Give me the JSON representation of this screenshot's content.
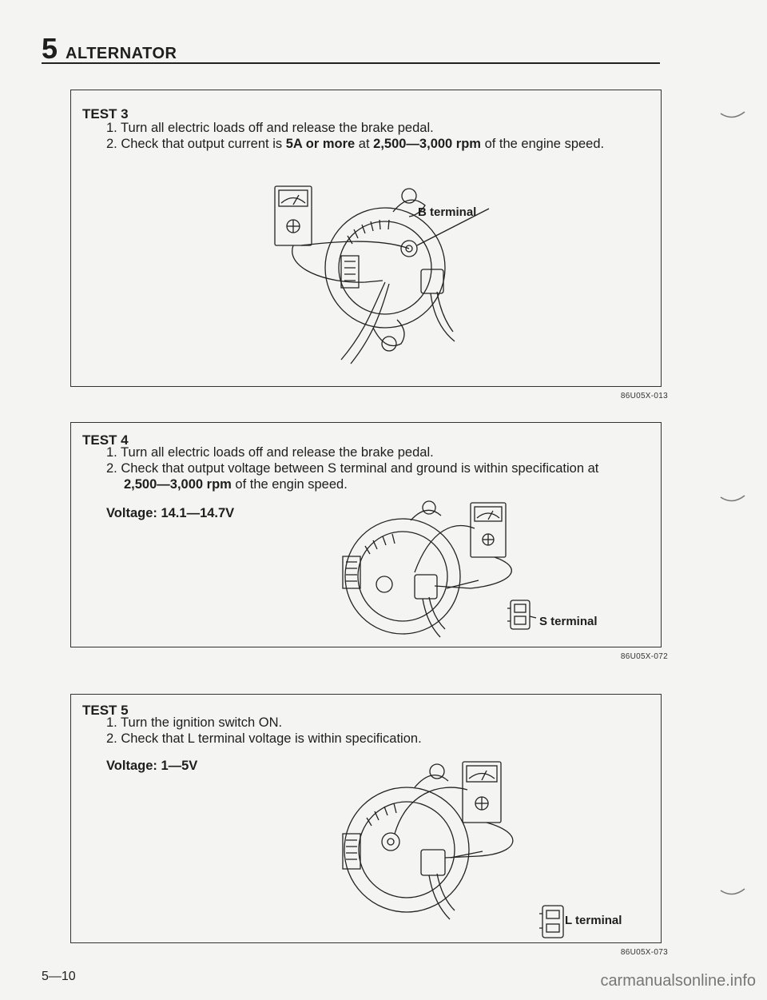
{
  "header": {
    "section_number": "5",
    "section_title": "ALTERNATOR"
  },
  "tests": [
    {
      "title": "TEST 3",
      "step1": "1. Turn all electric loads off and release the brake pedal.",
      "step2_pre": "2. Check that output current is ",
      "step2_b1": "5A or more",
      "step2_mid": " at ",
      "step2_b2": "2,500—3,000 rpm",
      "step2_post": " of the engine speed.",
      "terminal_label": "B terminal",
      "figure_code": "86U05X-013"
    },
    {
      "title": "TEST 4",
      "step1": "1. Turn all electric loads off and release the brake pedal.",
      "step2_line1": "2. Check that output voltage between S terminal and ground is within specification at",
      "step2_b": "2,500—3,000 rpm",
      "step2_line2_post": " of the engin speed.",
      "spec": "Voltage: 14.1—14.7V",
      "terminal_label": "S terminal",
      "figure_code": "86U05X-072"
    },
    {
      "title": "TEST 5",
      "step1": "1. Turn the ignition switch ON.",
      "step2": "2. Check that L terminal voltage is within specification.",
      "spec": "Voltage: 1—5V",
      "terminal_label": "L terminal",
      "figure_code": "86U05X-073"
    }
  ],
  "page_number": "5—10",
  "watermark": "carmanualsonline.info"
}
